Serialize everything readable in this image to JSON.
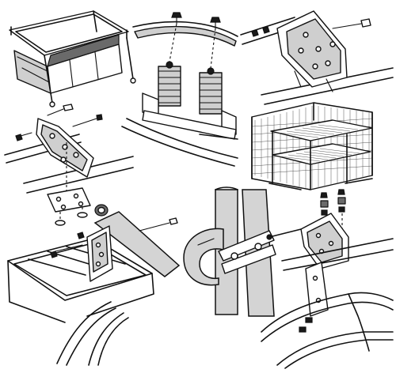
{
  "page": {},
  "colors": {
    "ink": "#111111",
    "paper": "#ffffff",
    "metal": "#cfcfcf",
    "dark_part": "#6a6a6a"
  },
  "panels": [
    {
      "id": "rack-frame-with-bags",
      "content": "drawing"
    },
    {
      "id": "seat-spring-mount",
      "content": "drawing"
    },
    {
      "id": "clamp-bracket-exploded",
      "content": "drawing"
    },
    {
      "id": "rack-bracket-mount",
      "content": "drawing"
    },
    {
      "id": "mesh-basket",
      "content": "drawing"
    },
    {
      "id": "front-rack-assembly",
      "content": "drawing"
    },
    {
      "id": "seatpost-clamp",
      "content": "drawing"
    },
    {
      "id": "rear-bracket-mount",
      "content": "drawing"
    }
  ]
}
